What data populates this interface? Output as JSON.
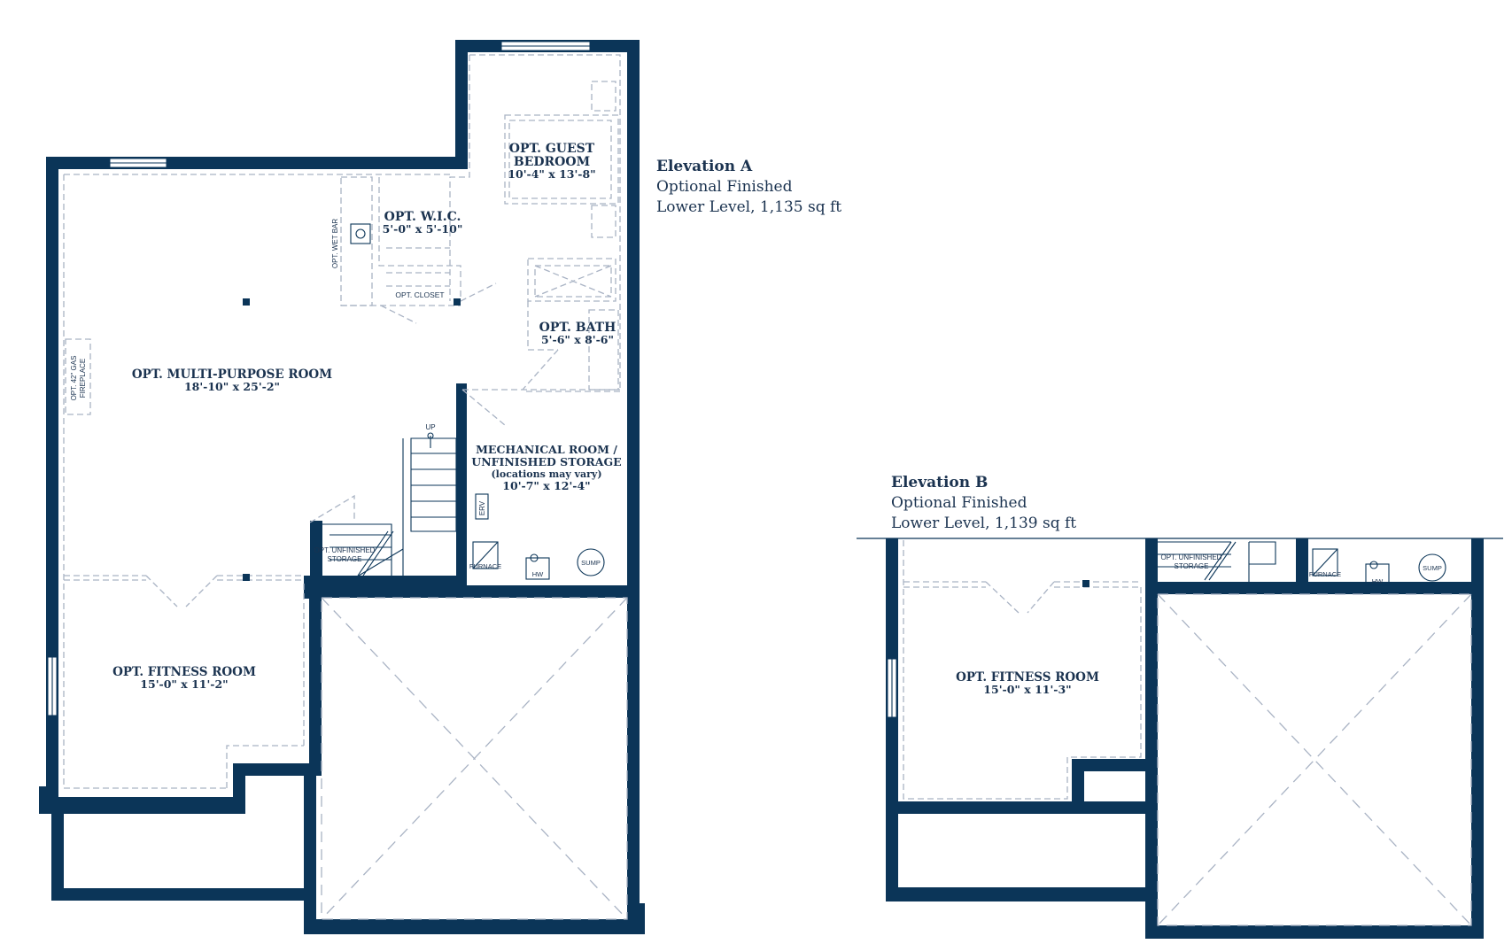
{
  "elevation_a": {
    "title": "Elevation A",
    "line1": "Optional Finished",
    "line2": "Lower Level, 1,135 sq ft",
    "rooms": {
      "guest_bedroom_1": "OPT. GUEST",
      "guest_bedroom_2": "BEDROOM",
      "guest_bedroom_dim": "10'-4\" x 13'-8\"",
      "wic": "OPT. W.I.C.",
      "wic_dim": "5'-0\" x 5'-10\"",
      "wet_bar": "OPT. WET BAR",
      "closet": "OPT. CLOSET",
      "bath": "OPT. BATH",
      "bath_dim": "5'-6\" x 8'-6\"",
      "multi_purpose": "OPT. MULTI-PURPOSE ROOM",
      "multi_purpose_dim": "18'-10\" x 25'-2\"",
      "fireplace_1": "OPT. 42\" GAS",
      "fireplace_2": "FIREPLACE",
      "mechanical_1": "MECHANICAL ROOM /",
      "mechanical_2": "UNFINISHED STORAGE",
      "mechanical_note": "(locations may vary)",
      "mechanical_dim": "10'-7\" x 12'-4\"",
      "up": "UP",
      "erv": "ERV",
      "unfinished_storage_1": "OPT. UNFINISHED",
      "unfinished_storage_2": "STORAGE",
      "furnace": "FURNACE",
      "hw": "HW",
      "sump": "SUMP",
      "fitness": "OPT. FITNESS ROOM",
      "fitness_dim": "15'-0\" x 11'-2\""
    }
  },
  "elevation_b": {
    "title": "Elevation B",
    "line1": "Optional Finished",
    "line2": "Lower Level, 1,139 sq ft",
    "rooms": {
      "unfinished_storage_1": "OPT. UNFINISHED",
      "unfinished_storage_2": "STORAGE",
      "furnace": "FURNACE",
      "hw": "HW",
      "sump": "SUMP",
      "fitness": "OPT. FITNESS ROOM",
      "fitness_dim": "15'-0\" x 11'-3\""
    }
  },
  "colors": {
    "wall": "#0b3558",
    "dashed": "#a9b3c4",
    "text": "#1b3350"
  }
}
